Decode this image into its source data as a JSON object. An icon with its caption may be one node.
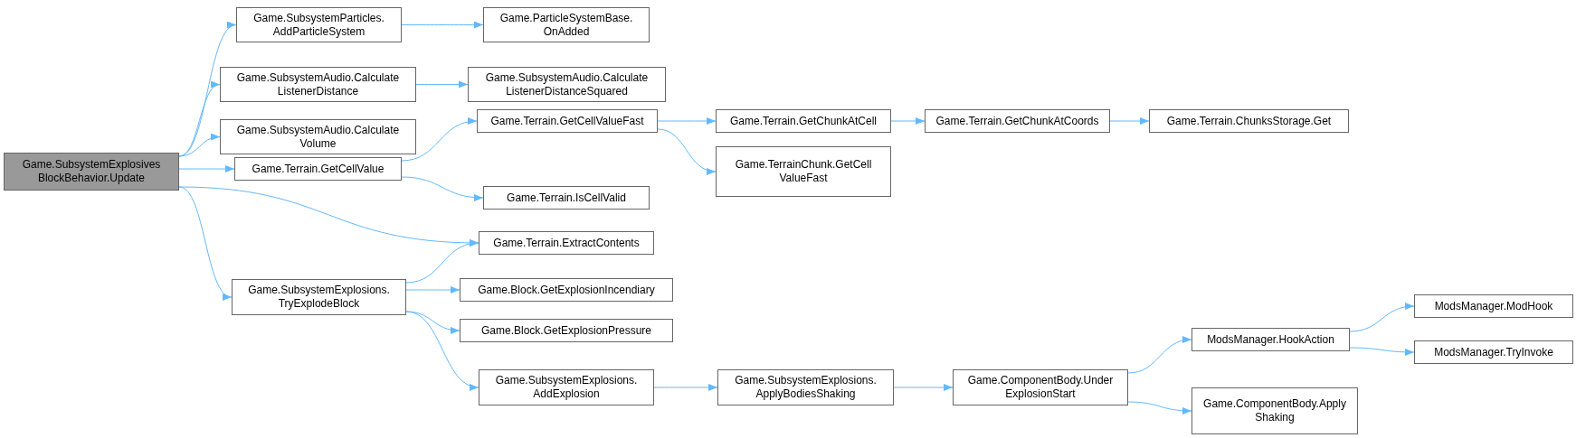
{
  "diagram": {
    "nodes": [
      {
        "text": [
          "Game.SubsystemExplosives BlockBehavior.Update"
        ]
      },
      {
        "text": [
          "Game.SubsystemParticles. AddParticleSystem"
        ]
      },
      {
        "text": [
          "Game.ParticleSystemBase. OnAdded"
        ]
      },
      {
        "text": [
          "Game.SubsystemAudio.Calculate ListenerDistance"
        ]
      },
      {
        "text": [
          "Game.SubsystemAudio.Calculate ListenerDistanceSquared"
        ]
      },
      {
        "text": [
          "Game.SubsystemAudio.Calculate Volume"
        ]
      },
      {
        "text": [
          "Game.Terrain.GetCellValue"
        ]
      },
      {
        "text": [
          "Game.Terrain.GetCellValueFast"
        ]
      },
      {
        "text": [
          "Game.Terrain.GetChunkAtCell"
        ]
      },
      {
        "text": [
          "Game.Terrain.GetChunkAtCoords"
        ]
      },
      {
        "text": [
          "Game.Terrain.ChunksStorage.Get"
        ]
      },
      {
        "text": [
          "Game.TerrainChunk.GetCell ValueFast"
        ]
      },
      {
        "text": [
          "Game.Terrain.IsCellValid"
        ]
      },
      {
        "text": [
          "Game.Terrain.ExtractContents"
        ]
      },
      {
        "text": [
          "Game.SubsystemExplosions. TryExplodeBlock"
        ]
      },
      {
        "text": [
          "Game.Block.GetExplosionIncendiary"
        ]
      },
      {
        "text": [
          "Game.Block.GetExplosionPressure"
        ]
      },
      {
        "text": [
          "Game.SubsystemExplosions. AddExplosion"
        ]
      },
      {
        "text": [
          "Game.SubsystemExplosions. ApplyBodiesShaking"
        ]
      },
      {
        "text": [
          "Game.ComponentBody.Under ExplosionStart"
        ]
      },
      {
        "text": [
          "ModsManager.HookAction"
        ]
      },
      {
        "text": [
          "Game.ComponentBody.Apply Shaking"
        ]
      },
      {
        "text": [
          "ModsManager.ModHook"
        ]
      },
      {
        "text": [
          "ModsManager.TryInvoke"
        ]
      }
    ],
    "edges": [
      {
        "from": 0,
        "to": 1,
        "arrow": "to"
      },
      {
        "from": 0,
        "to": 3,
        "arrow": "to"
      },
      {
        "from": 0,
        "to": 5,
        "arrow": "to"
      },
      {
        "from": 0,
        "to": 6,
        "arrow": "to"
      },
      {
        "from": 0,
        "to": 13,
        "arrow": "to"
      },
      {
        "from": 0,
        "to": 14,
        "arrow": "to"
      },
      {
        "from": 1,
        "to": 2,
        "arrow": "to"
      },
      {
        "from": 3,
        "to": 4,
        "arrow": "to"
      },
      {
        "from": 6,
        "to": 7,
        "arrow": "to"
      },
      {
        "from": 6,
        "to": 12,
        "arrow": "to"
      },
      {
        "from": 7,
        "to": 8,
        "arrow": "to"
      },
      {
        "from": 7,
        "to": 11,
        "arrow": "to"
      },
      {
        "from": 8,
        "to": 9,
        "arrow": "to"
      },
      {
        "from": 9,
        "to": 10,
        "arrow": "to"
      },
      {
        "from": 14,
        "to": 13,
        "arrow": "to"
      },
      {
        "from": 14,
        "to": 15,
        "arrow": "to"
      },
      {
        "from": 14,
        "to": 16,
        "arrow": "to"
      },
      {
        "from": 14,
        "to": 17,
        "arrow": "to"
      },
      {
        "from": 17,
        "to": 18,
        "arrow": "to"
      },
      {
        "from": 18,
        "to": 19,
        "arrow": "to"
      },
      {
        "from": 19,
        "to": 20,
        "arrow": "to"
      },
      {
        "from": 19,
        "to": 21,
        "arrow": "to"
      },
      {
        "from": 20,
        "to": 22,
        "arrow": "to"
      },
      {
        "from": 20,
        "to": 23,
        "arrow": "to"
      }
    ]
  }
}
